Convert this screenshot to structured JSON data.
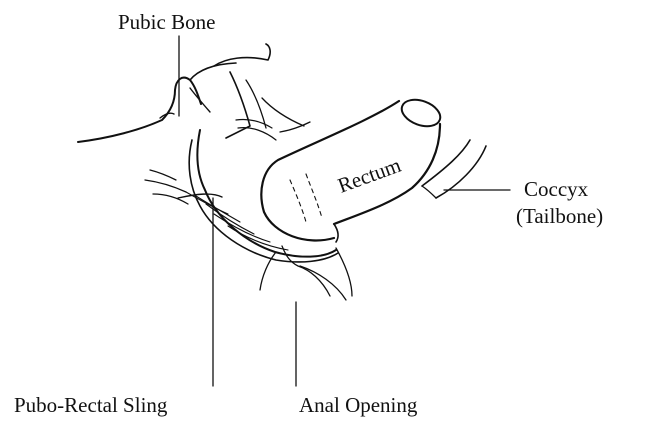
{
  "labels": {
    "pubic_bone": "Pubic Bone",
    "rectum": "Rectum",
    "coccyx": "Coccyx",
    "tailbone": "(Tailbone)",
    "sling": "Pubo-Rectal Sling",
    "anal_opening": "Anal Opening"
  },
  "colors": {
    "ink": "#111111",
    "background": "#ffffff"
  }
}
